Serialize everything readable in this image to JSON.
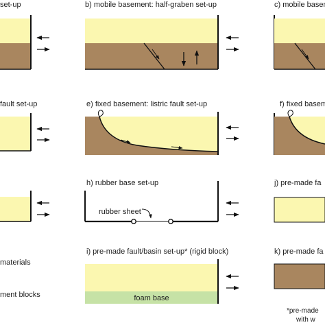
{
  "colors": {
    "sand": "#fbf7b0",
    "basement": "#a9865f",
    "foam": "#c6e2a6",
    "wall": "#111111"
  },
  "panels": {
    "a": {
      "title": "set-up"
    },
    "b": {
      "title": "b) mobile basement: half-graben set-up"
    },
    "c": {
      "title": "c) mobile basement"
    },
    "d": {
      "title": "fault set-up"
    },
    "e": {
      "title": "e) fixed basement: listric fault set-up"
    },
    "f": {
      "title": "f) fixed basemen"
    },
    "h": {
      "title": "h) rubber base set-up",
      "rubber_label": "rubber sheet"
    },
    "j": {
      "title": "j) pre-made fa"
    },
    "i": {
      "title": "i) pre-made fault/basin set-up* (rigid block)",
      "foam_label": "foam base"
    },
    "k": {
      "title": "k) pre-made fa"
    }
  },
  "legend": {
    "item1": "materials",
    "item2": "ment blocks"
  },
  "footnote": {
    "line1": "*pre-made",
    "line2": "with w"
  }
}
